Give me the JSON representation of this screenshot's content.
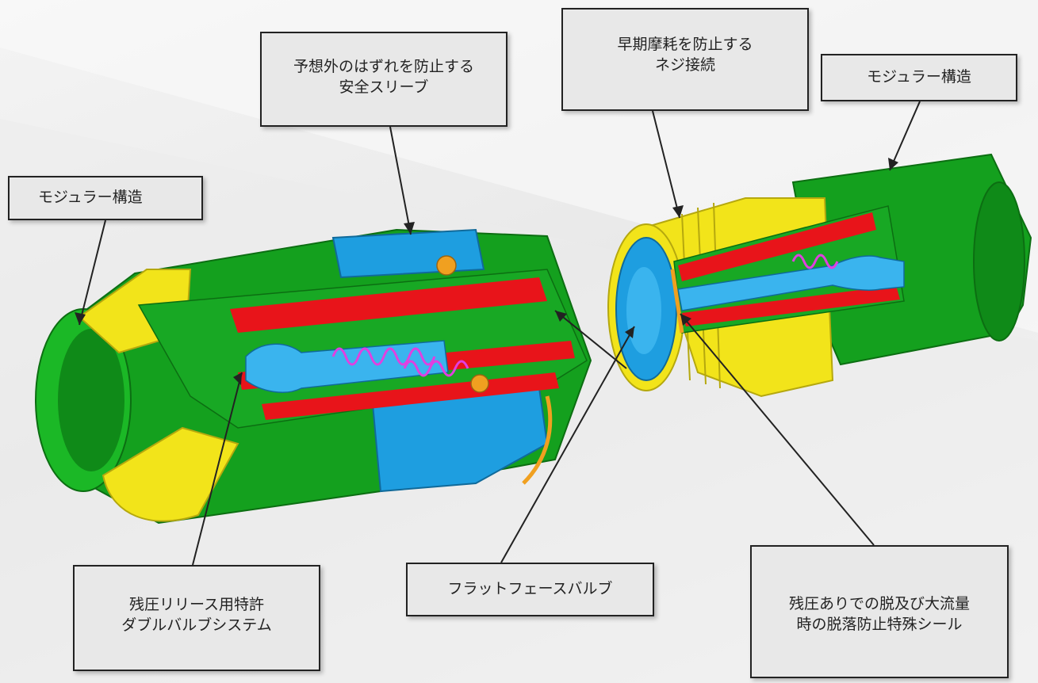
{
  "callouts": {
    "sleeve": {
      "line1": "予想外のはずれを防止する",
      "line2": "安全スリーブ"
    },
    "thread": {
      "line1": "早期摩耗を防止する",
      "line2": "ネジ接続"
    },
    "modular_right": {
      "text": "モジュラー構造"
    },
    "modular_left": {
      "text": "モジュラー構造"
    },
    "valve": {
      "line1": "残圧リリース用特許",
      "line2": "ダブルバルブシステム"
    },
    "flatface": {
      "text": "フラットフェースバルブ"
    },
    "seal": {
      "line1": "残圧ありでの脱及び大流量",
      "line2": "時の脱落防止特殊シール"
    }
  },
  "colors": {
    "green": "#14a01e",
    "yellow": "#f2e41a",
    "red": "#e8141a",
    "blue": "#1e9ee0",
    "magenta": "#e040e0",
    "orange": "#f0a020"
  }
}
